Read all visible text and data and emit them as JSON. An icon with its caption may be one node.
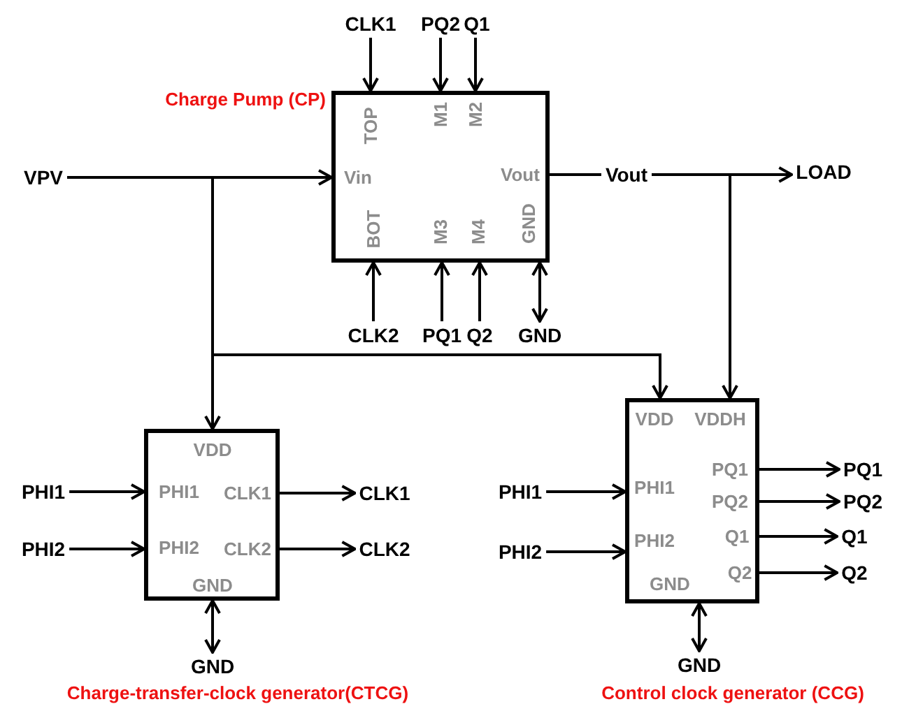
{
  "diagram": {
    "nodes": [
      {
        "text": [
          "TOP",
          "M1",
          "M2",
          "Vin",
          "Vout",
          "BOT",
          "M3",
          "M4",
          "GND"
        ],
        "beside": [
          "Charge Pump (CP)"
        ]
      },
      {
        "text": [
          "CLK1"
        ]
      },
      {
        "text": [
          "PQ2"
        ]
      },
      {
        "text": [
          "Q1"
        ]
      },
      {
        "text": [
          "VPV"
        ]
      },
      {
        "text": [
          "Vout"
        ]
      },
      {
        "text": [
          "LOAD"
        ]
      },
      {
        "text": [
          "CLK2"
        ]
      },
      {
        "text": [
          "PQ1"
        ]
      },
      {
        "text": [
          "Q2"
        ]
      },
      {
        "text": [
          "GND"
        ]
      },
      {
        "text": [
          "VDD",
          "PHI1",
          "CLK1",
          "PHI2",
          "CLK2",
          "GND"
        ]
      },
      {
        "text": [
          "PHI1"
        ]
      },
      {
        "text": [
          "PHI2"
        ]
      },
      {
        "text": [
          "CLK1"
        ]
      },
      {
        "text": [
          "CLK2"
        ]
      },
      {
        "text": [
          "GND"
        ]
      },
      {
        "text": [
          "VDD",
          "VDDH",
          "PQ1",
          "PHI1",
          "PQ2",
          "Q1",
          "PHI2",
          "Q2",
          "GND"
        ]
      },
      {
        "text": [
          "PHI1"
        ]
      },
      {
        "text": [
          "PHI2"
        ]
      },
      {
        "text": [
          "PQ1"
        ]
      },
      {
        "text": [
          "PQ2"
        ]
      },
      {
        "text": [
          "Q1"
        ]
      },
      {
        "text": [
          "Q2"
        ]
      },
      {
        "text": [
          "GND"
        ]
      }
    ],
    "edges": [
      {
        "from": 1,
        "to": 0,
        "arrow": "to"
      },
      {
        "from": 2,
        "to": 0,
        "arrow": "to"
      },
      {
        "from": 3,
        "to": 0,
        "arrow": "to"
      },
      {
        "from": 4,
        "to": 0,
        "arrow": "to"
      },
      {
        "from": 0,
        "to": 5,
        "arrow": "none"
      },
      {
        "from": 5,
        "to": 6,
        "arrow": "to"
      },
      {
        "from": 7,
        "to": 0,
        "arrow": "to"
      },
      {
        "from": 8,
        "to": 0,
        "arrow": "to"
      },
      {
        "from": 9,
        "to": 0,
        "arrow": "to"
      },
      {
        "from": 0,
        "to": 10,
        "arrow": "both"
      },
      {
        "from": 4,
        "to": 11,
        "arrow": "to"
      },
      {
        "from": 4,
        "to": 17,
        "arrow": "to"
      },
      {
        "from": 5,
        "to": 17,
        "arrow": "to"
      },
      {
        "from": 12,
        "to": 11,
        "arrow": "to"
      },
      {
        "from": 13,
        "to": 11,
        "arrow": "to"
      },
      {
        "from": 11,
        "to": 14,
        "arrow": "to"
      },
      {
        "from": 11,
        "to": 15,
        "arrow": "to"
      },
      {
        "from": 11,
        "to": 16,
        "arrow": "both"
      },
      {
        "from": 18,
        "to": 17,
        "arrow": "to"
      },
      {
        "from": 19,
        "to": 17,
        "arrow": "to"
      },
      {
        "from": 17,
        "to": 20,
        "arrow": "to"
      },
      {
        "from": 17,
        "to": 21,
        "arrow": "to"
      },
      {
        "from": 17,
        "to": 22,
        "arrow": "to"
      },
      {
        "from": 17,
        "to": 23,
        "arrow": "to"
      },
      {
        "from": 17,
        "to": 24,
        "arrow": "both"
      }
    ],
    "labels": [
      "Charge-transfer-clock generator(CTCG)",
      "Control clock generator (CCG)"
    ]
  }
}
